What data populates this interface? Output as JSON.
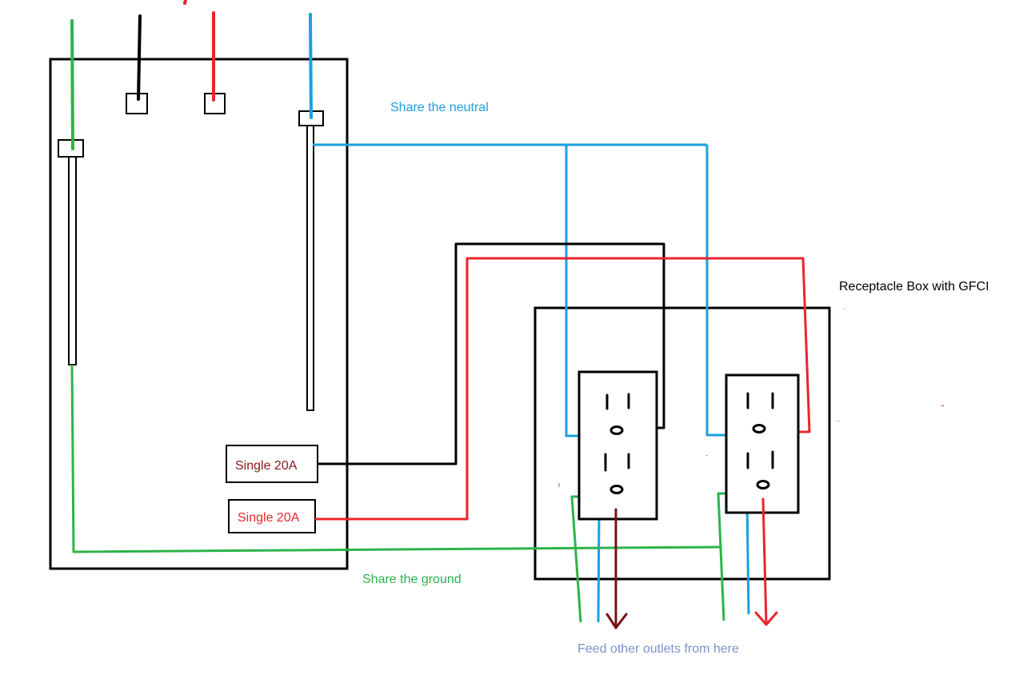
{
  "labels": {
    "share_neutral": "Share the neutral",
    "share_ground": "Share the ground",
    "receptacle_box": "Receptacle Box with GFCI",
    "feed_outlets": "Feed other outlets from here"
  },
  "breakers": [
    {
      "label": "Single 20A",
      "color": "#8b1a1a"
    },
    {
      "label": "Single 20A",
      "color": "#e8262c"
    }
  ],
  "colors": {
    "ground": "#2db34a",
    "hot_black": "#000000",
    "hot_red": "#e8262c",
    "neutral": "#1a9fe0",
    "arrow_dark_red": "#7a0f17",
    "feed_text": "#7c93c8"
  }
}
